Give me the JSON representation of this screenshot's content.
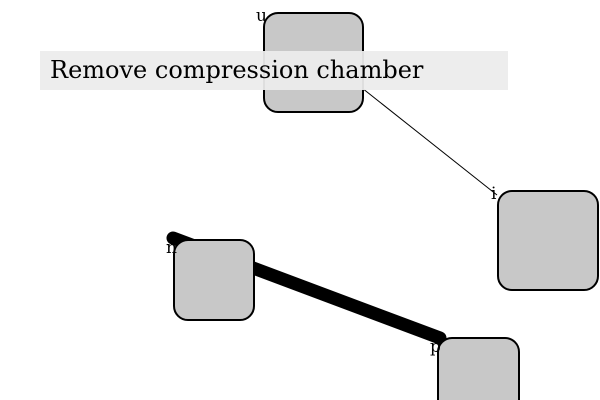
{
  "caption": "Remove compression chamber",
  "nodes": [
    {
      "id": "top",
      "label": "u"
    },
    {
      "id": "right",
      "label": "i"
    },
    {
      "id": "left",
      "label": "n"
    },
    {
      "id": "bottom",
      "label": "p"
    }
  ],
  "edges": [
    {
      "from": "top",
      "to": "right",
      "weight": "thin"
    },
    {
      "from": "left",
      "to": "bottom",
      "weight": "thick"
    }
  ],
  "colors": {
    "node_fill": "#c8c8c8",
    "stroke": "#000000",
    "caption_bg": "#ececec"
  }
}
